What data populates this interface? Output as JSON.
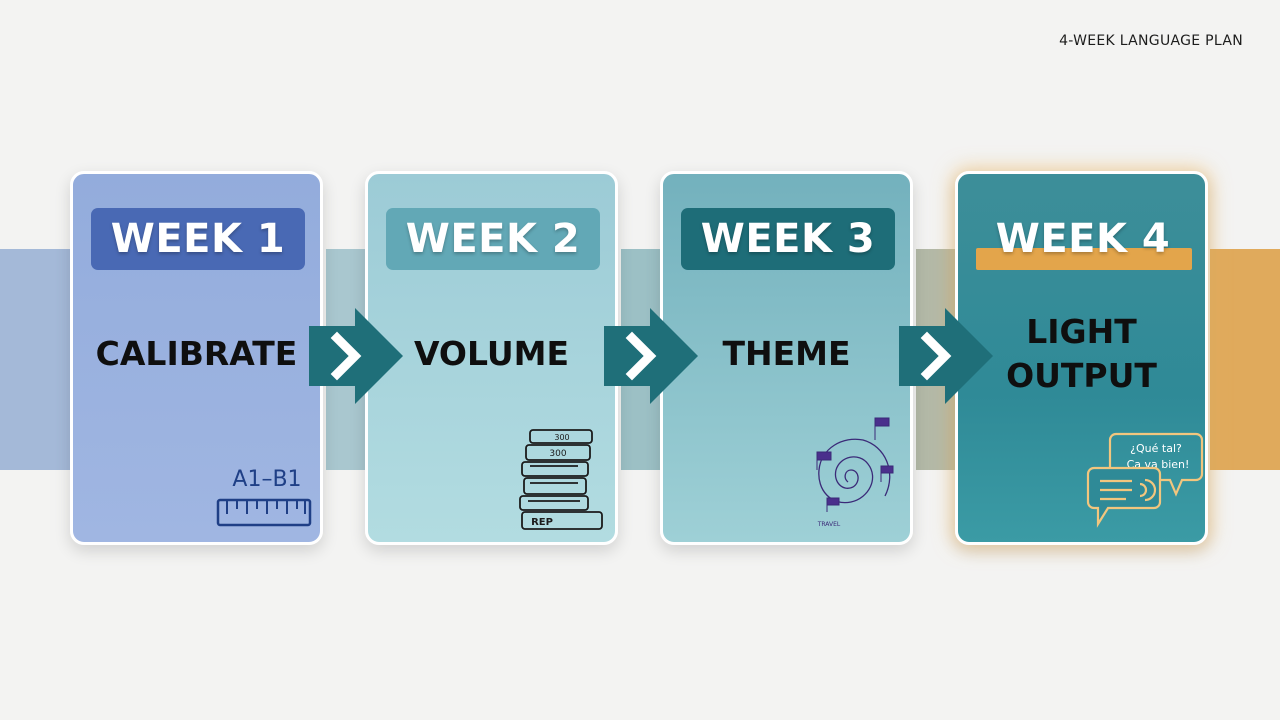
{
  "header": {
    "title": "4-WEEK LANGUAGE PLAN"
  },
  "weeks": [
    {
      "label": "WEEK 1",
      "phase": "CALIBRATE",
      "icon": "ruler-level-icon",
      "icon_text": "A1–B1",
      "color": "#4969b4"
    },
    {
      "label": "WEEK 2",
      "phase": "VOLUME",
      "icon": "book-stack-icon",
      "icon_texts": [
        "300",
        "300",
        "REP"
      ],
      "color": "#62a8b6"
    },
    {
      "label": "WEEK 3",
      "phase": "THEME",
      "icon": "spiral-flags-icon",
      "icon_text": "TRAVEL",
      "color": "#1e6d78"
    },
    {
      "label": "WEEK 4",
      "phase_lines": [
        "LIGHT",
        "OUTPUT"
      ],
      "icon": "speech-bubbles-icon",
      "bubble_lines": [
        "¿Qué tal?",
        "Ça va bien!"
      ],
      "color": "#e3a54b"
    }
  ],
  "arrow_color": "#1f6f79"
}
